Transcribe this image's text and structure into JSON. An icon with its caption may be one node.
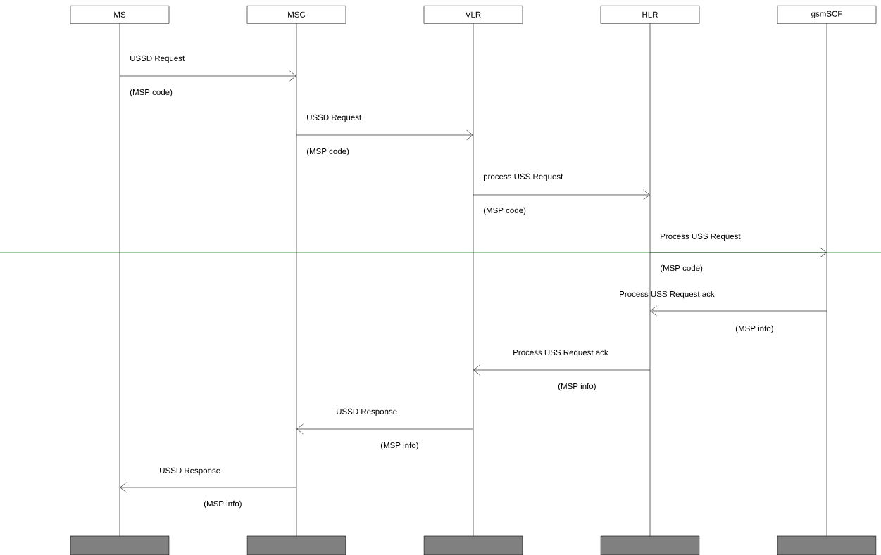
{
  "diagram": {
    "nodes": [
      {
        "text": [
          "MS"
        ]
      },
      {
        "text": [
          "MSC"
        ]
      },
      {
        "text": [
          "VLR"
        ]
      },
      {
        "text": [
          "HLR"
        ]
      },
      {
        "text": [
          "gsmSCF"
        ]
      },
      {
        "text": [],
        "shape": "line"
      },
      {
        "text": [],
        "shape": "line"
      },
      {
        "text": [],
        "shape": "line"
      },
      {
        "text": [],
        "shape": "line"
      },
      {
        "text": [],
        "shape": "line"
      },
      {
        "text": [],
        "shape": "box"
      },
      {
        "text": [],
        "shape": "box"
      },
      {
        "text": [],
        "shape": "box"
      },
      {
        "text": [],
        "shape": "box"
      },
      {
        "text": [],
        "shape": "box"
      }
    ],
    "edges": [
      {
        "from": 5,
        "to": 6,
        "arrow": "to",
        "label": "USSD Request"
      },
      {
        "from": 6,
        "to": 7,
        "arrow": "to",
        "label": "USSD Request"
      },
      {
        "from": 7,
        "to": 8,
        "arrow": "to",
        "label": "process USS Request"
      },
      {
        "from": 8,
        "to": 9,
        "arrow": "to",
        "label": "Process USS Request"
      },
      {
        "from": 9,
        "to": 8,
        "arrow": "to",
        "label": "Process USS Request ack"
      },
      {
        "from": 8,
        "to": 7,
        "arrow": "to",
        "label": "Process USS Request ack"
      },
      {
        "from": 7,
        "to": 6,
        "arrow": "to",
        "label": "USSD Response"
      },
      {
        "from": 6,
        "to": 5,
        "arrow": "to",
        "label": "USSD Response"
      }
    ],
    "labels": [
      "(MSP code)",
      "(MSP code)",
      "(MSP code)",
      "(MSP code)",
      "(MSP info)",
      "(MSP info)",
      "(MSP info)",
      "(MSP info)"
    ]
  }
}
